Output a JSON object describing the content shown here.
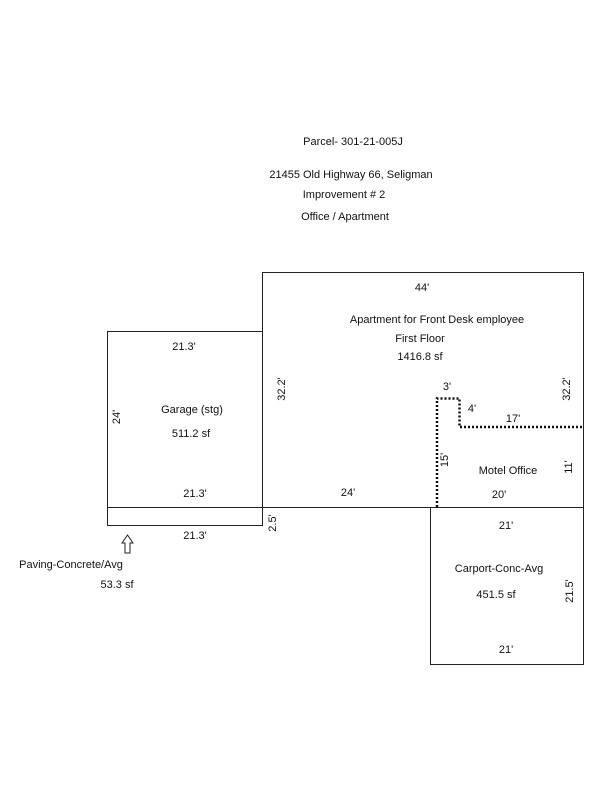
{
  "header": {
    "parcel": "Parcel- 301-21-005J",
    "address": "21455 Old Highway 66, Seligman",
    "improvement": "Improvement # 2",
    "use": "Office / Apartment"
  },
  "apartment": {
    "name": "Apartment for Front Desk employee",
    "floor": "First Floor",
    "area": "1416.8 sf",
    "top": "44'",
    "left": "32.2'",
    "right": "32.2'",
    "bottom": "24'"
  },
  "motel_office": {
    "name": "Motel Office",
    "d3": "3'",
    "d4": "4'",
    "d17": "17'",
    "d15": "15'",
    "d11": "11'",
    "d20": "20'"
  },
  "garage": {
    "name": "Garage (stg)",
    "area": "511.2 sf",
    "top": "21.3'",
    "bottom": "21.3'",
    "left": "24'"
  },
  "paving": {
    "name": "Paving-Concrete/Avg",
    "area": "53.3 sf",
    "bottom": "21.3'",
    "right": "2.5'"
  },
  "carport": {
    "name": "Carport-Conc-Avg",
    "area": "451.5 sf",
    "top": "21'",
    "bottom": "21'",
    "right": "21.5'"
  }
}
